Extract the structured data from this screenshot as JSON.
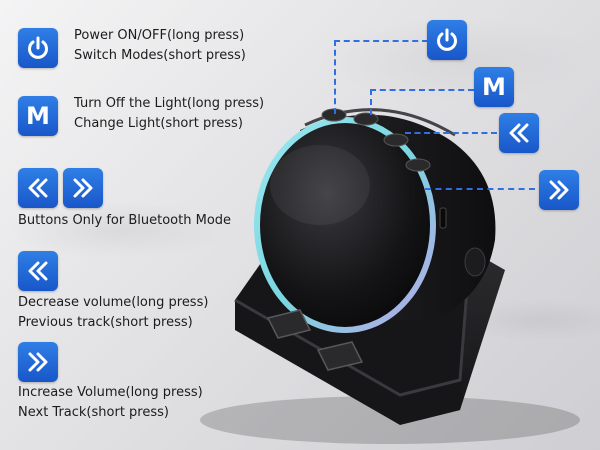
{
  "legend": {
    "power": {
      "line1": "Power ON/OFF(long press)",
      "line2": "Switch Modes(short press)"
    },
    "mode": {
      "icon_text": "M",
      "line1": "Turn Off the Light(long press)",
      "line2": "Change Light(short press)"
    },
    "bluetooth": {
      "line1": "Buttons Only for Bluetooth Mode"
    },
    "prev": {
      "line1": "Decrease volume(long press)",
      "line2": "Previous track(short press)"
    },
    "next": {
      "line1": "Increase Volume(long press)",
      "line2": "Next Track(short press)"
    }
  },
  "callouts": {
    "mode_text": "M"
  },
  "icons": {
    "power": "power-icon",
    "mode": "mode-m-icon",
    "prev": "double-chevron-left-icon",
    "next": "double-chevron-right-icon"
  },
  "colors": {
    "button_blue": "#1f66d8",
    "callout_line": "#2f6fe0",
    "speaker_body": "#1b1b1d",
    "light_ring": "#79e3e8",
    "background": "#e6e6e8"
  }
}
